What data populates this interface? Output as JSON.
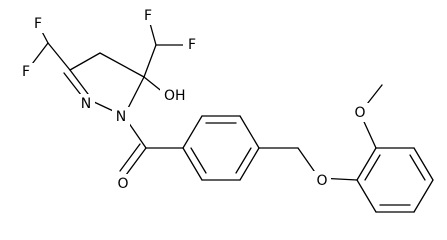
{
  "molecule": {
    "labels": {
      "f1": "F",
      "f2": "F",
      "f3": "F",
      "f4": "F",
      "oh": "OH",
      "n3": "N",
      "n1": "N",
      "o_carbonyl": "O",
      "o_ether": "O",
      "o_methoxy": "O"
    }
  }
}
